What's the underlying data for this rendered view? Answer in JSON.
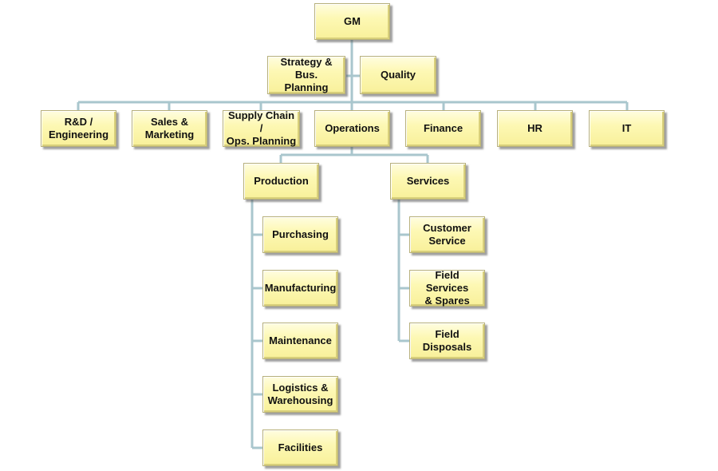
{
  "org": {
    "gm": "GM",
    "staff": {
      "strategy": "Strategy & Bus.\nPlanning",
      "quality": "Quality"
    },
    "departments": {
      "rnd": "R&D /\nEngineering",
      "sales": "Sales &\nMarketing",
      "supply_chain": "Supply Chain /\nOps. Planning",
      "operations": "Operations",
      "finance": "Finance",
      "hr": "HR",
      "it": "IT"
    },
    "operations": {
      "production": {
        "label": "Production",
        "children": {
          "purchasing": "Purchasing",
          "manufacturing": "Manufacturing",
          "maintenance": "Maintenance",
          "logistics": "Logistics &\nWarehousing",
          "facilities": "Facilities"
        }
      },
      "services": {
        "label": "Services",
        "children": {
          "customer_service": "Customer\nService",
          "field_services": "Field Services\n& Spares",
          "field_disposals": "Field Disposals"
        }
      }
    }
  }
}
